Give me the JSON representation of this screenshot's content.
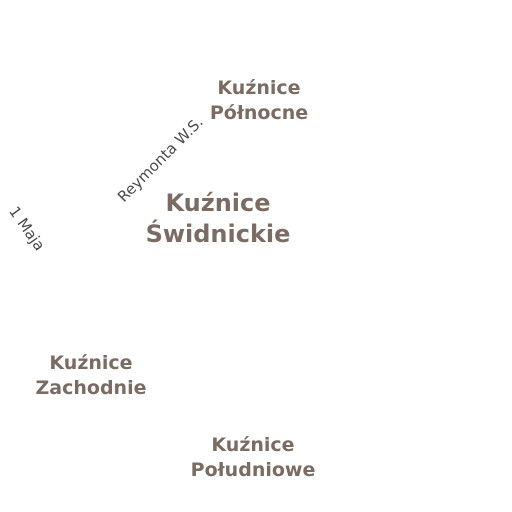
{
  "map": {
    "background_color": "#ffffff",
    "place_label_color": "#7a6c63",
    "street_label_color": "#4a4a4a",
    "places": {
      "kuznice_polnocne": {
        "line1": "Kuźnice",
        "line2": "Północne"
      },
      "kuznice_swidnickie": {
        "line1": "Kuźnice",
        "line2": "Świdnickie"
      },
      "kuznice_zachodnie": {
        "line1": "Kuźnice",
        "line2": "Zachodnie"
      },
      "kuznice_poludniowe": {
        "line1": "Kuźnice",
        "line2": "Południowe"
      }
    },
    "streets": {
      "reymonta": "Reymonta W.S.",
      "pierwszego_maja": "1 Maja"
    }
  }
}
